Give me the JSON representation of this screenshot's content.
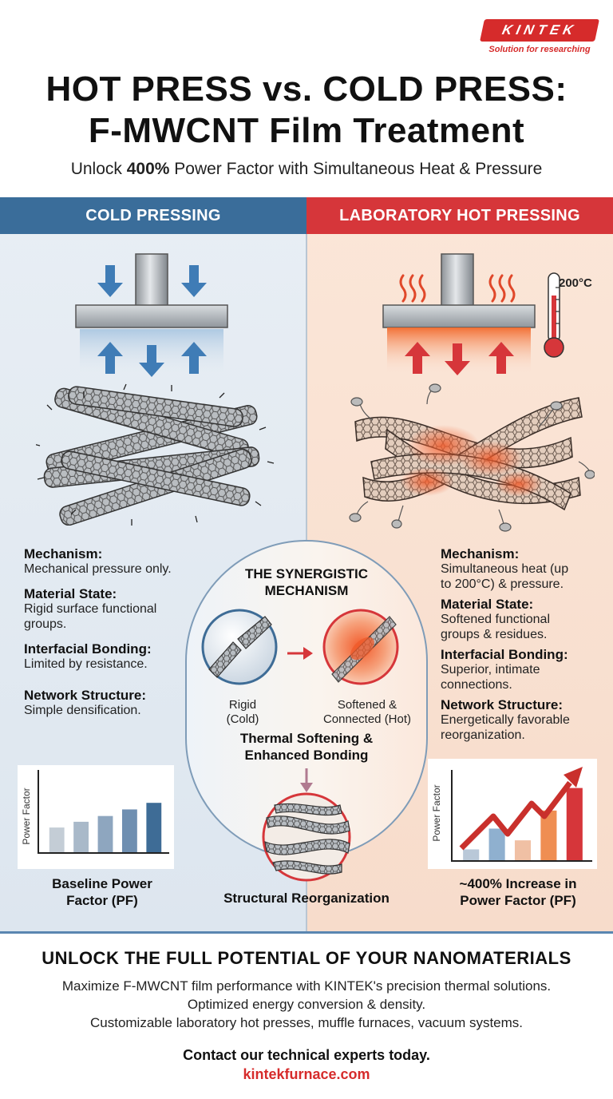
{
  "brand": {
    "name": "KINTEK",
    "tagline": "Solution for researching",
    "website": "kintekfurnace.com"
  },
  "header": {
    "title_line1": "HOT PRESS vs. COLD PRESS:",
    "title_line2": "F-MWCNT Film Treatment",
    "subtitle_pre": "Unlock ",
    "subtitle_bold": "400%",
    "subtitle_post": " Power Factor with Simultaneous Heat & Pressure"
  },
  "cold": {
    "heading": "COLD PRESSING",
    "mechanism_label": "Mechanism:",
    "mechanism": "Mechanical pressure only.",
    "state_label": "Material State:",
    "state_1": "Rigid surface functional",
    "state_2": "groups.",
    "bonding_label": "Interfacial Bonding:",
    "bonding": "Limited by resistance.",
    "network_label": "Network Structure:",
    "network": "Simple densification.",
    "chart_caption_1": "Baseline Power",
    "chart_caption_2": "Factor (PF)"
  },
  "hot": {
    "heading": "LABORATORY HOT PRESSING",
    "temperature": "200°C",
    "mechanism_label": "Mechanism:",
    "mechanism_1": "Simultaneous heat (up",
    "mechanism_2": "to 200°C) & pressure.",
    "state_label": "Material State:",
    "state_1": "Softened functional",
    "state_2": "groups & residues.",
    "bonding_label": "Interfacial Bonding:",
    "bonding_1": "Superior, intimate",
    "bonding_2": "connections.",
    "network_label": "Network Structure:",
    "network_1": "Energetically favorable",
    "network_2": "reorganization.",
    "chart_caption_1": "~400% Increase in",
    "chart_caption_2": "Power Factor (PF)"
  },
  "synergy": {
    "title_1": "THE SYNERGISTIC",
    "title_2": "MECHANISM",
    "rigid_1": "Rigid",
    "rigid_2": "(Cold)",
    "softened_1": "Softened &",
    "softened_2": "Connected (Hot)",
    "step_1": "Thermal Softening &",
    "step_2": "Enhanced Bonding",
    "result": "Structural Reorganization"
  },
  "chart_data": [
    {
      "type": "bar",
      "title": "",
      "ylabel": "Power Factor",
      "xlabel": "",
      "series": [
        {
          "values": [
            0.3,
            0.37,
            0.44,
            0.52,
            0.6
          ]
        }
      ],
      "colors": [
        "#c4cdd6",
        "#a9b9c9",
        "#8ea6bf",
        "#6f8fb1",
        "#3e6c96"
      ]
    },
    {
      "type": "bar",
      "title": "",
      "ylabel": "Power Factor",
      "xlabel": "",
      "series": [
        {
          "values": [
            0.12,
            0.35,
            0.22,
            0.55,
            0.8
          ]
        }
      ],
      "colors": [
        "#b9c8d8",
        "#8fb0cf",
        "#f0c0a4",
        "#ef8e52",
        "#d6363a"
      ]
    }
  ],
  "cta": {
    "title": "UNLOCK THE FULL POTENTIAL OF YOUR NANOMATERIALS",
    "line1": "Maximize F-MWCNT film performance with KINTEK's precision thermal solutions.",
    "line2": "Optimized energy conversion & density.",
    "line3": "Customizable laboratory hot presses, muffle furnaces, vacuum systems.",
    "contact": "Contact our technical experts today."
  }
}
